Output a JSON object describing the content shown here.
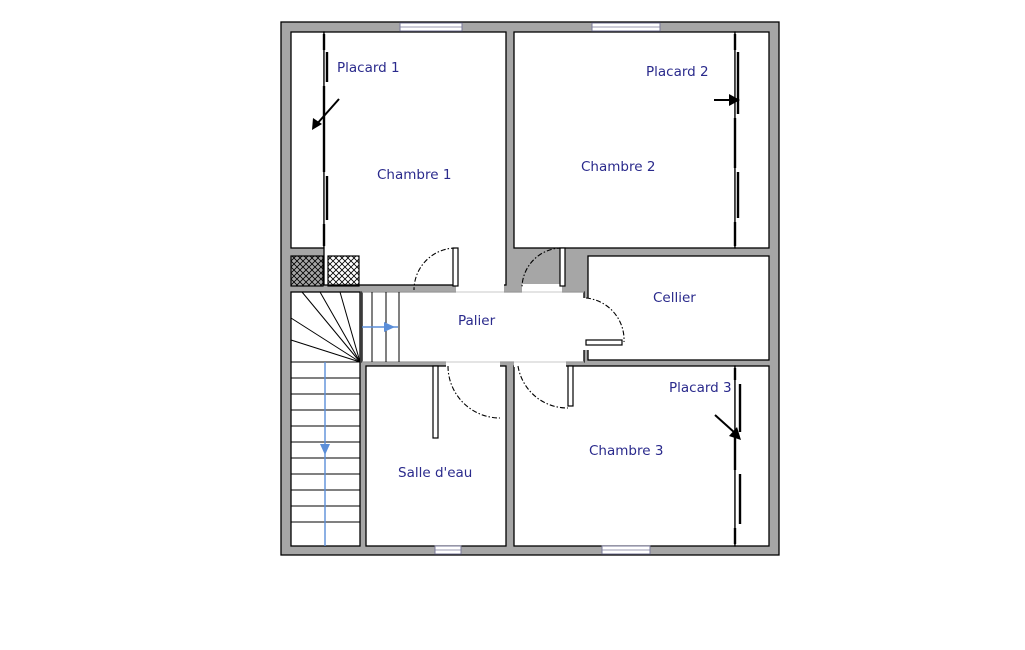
{
  "plan": {
    "rooms": {
      "placard1": "Placard 1",
      "chambre1": "Chambre 1",
      "placard2": "Placard 2",
      "chambre2": "Chambre 2",
      "cellier": "Cellier",
      "palier": "Palier",
      "salle_eau": "Salle d'eau",
      "placard3": "Placard 3",
      "chambre3": "Chambre 3"
    },
    "colors": {
      "wall_fill": "#a6a6a6",
      "label_text": "#2a2a8c",
      "stair_arrow": "#5b8ed8"
    }
  }
}
